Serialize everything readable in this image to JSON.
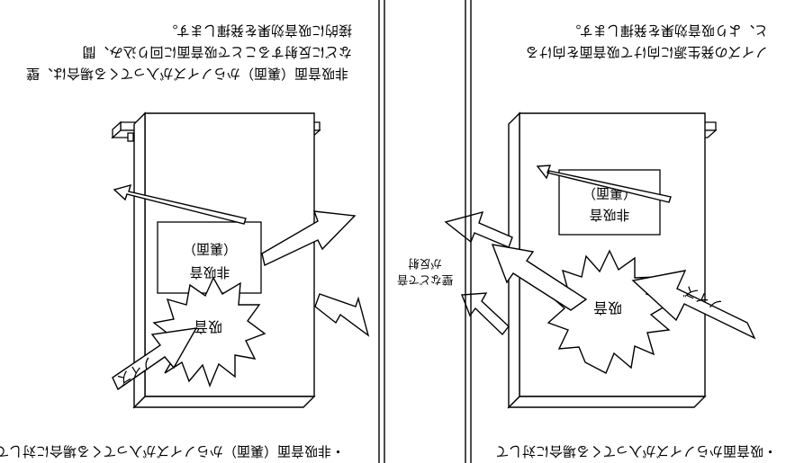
{
  "left_panel": {
    "caption_line1": "・吸音面からノイズが入ってくる場合に対して",
    "caption_line2": "ノイズの発生源に向けて吸音面を向ける",
    "caption_line3": "と、より吸音効果を発揮します。",
    "noise_label": "ノイズ",
    "absorbing_label": "吸音",
    "panel_label_line1": "非吸音",
    "panel_label_line2": "（裏面）"
  },
  "center": {
    "label_line1": "壁などで音",
    "label_line2": "が反射"
  },
  "right_panel": {
    "caption_line1": "・非吸音面（裏面）からノイズが入ってくる場合に対して",
    "caption_line2": "非吸音面（裏面）からノイズが入ってくる場合は、壁",
    "caption_line3": "などに反射することで吸音面に回り込み、間",
    "caption_line4": "接的に吸音効果を発揮します。",
    "noise_label": "ノイズ",
    "absorbing_label": "吸音",
    "panel_label_line1": "非吸音",
    "panel_label_line2": "（裏面）"
  }
}
